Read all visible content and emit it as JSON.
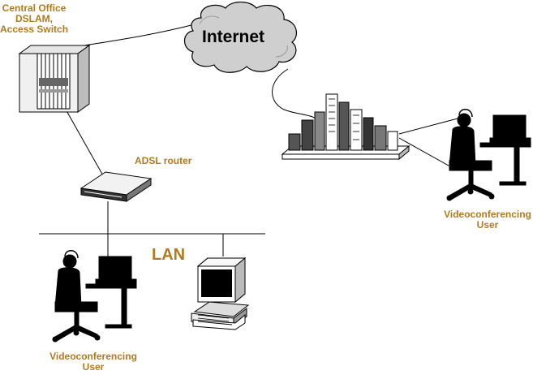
{
  "diagram": {
    "central_office": {
      "line1": "Central Office",
      "line2": "DSLAM,",
      "line3": "Access Switch"
    },
    "internet": "Internet",
    "adsl_router": "ADSL router",
    "lan": "LAN",
    "user_left": {
      "line1": "Videoconferencing",
      "line2": "User"
    },
    "user_right": {
      "line1": "Videoconferencing",
      "line2": "User"
    }
  },
  "colors": {
    "label": "#b07a1e",
    "stroke": "#000000"
  }
}
